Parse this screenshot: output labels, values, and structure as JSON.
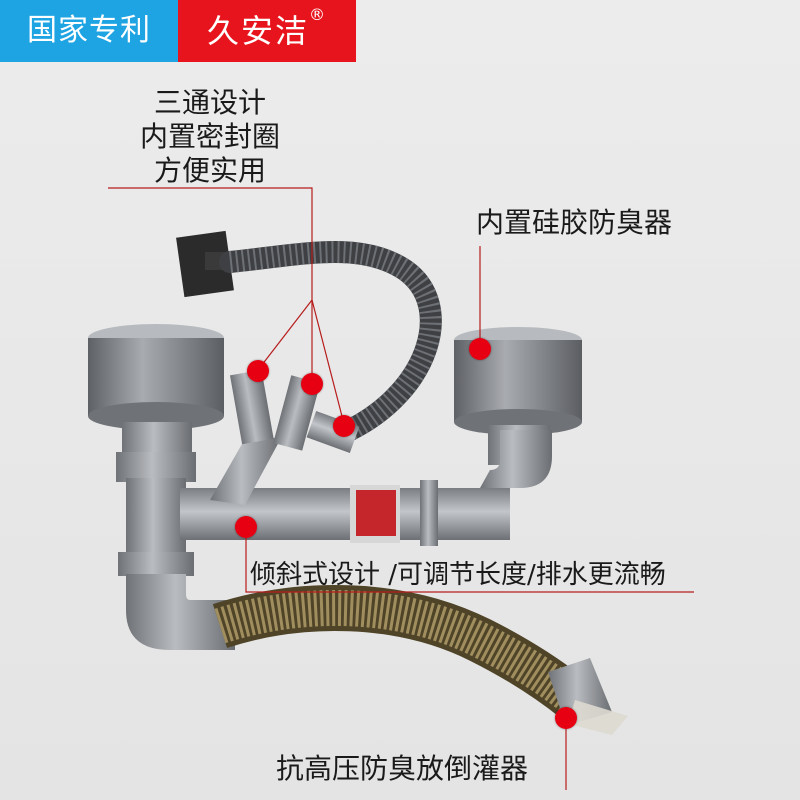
{
  "badges": {
    "patent": "国家专利",
    "brand": "久安洁",
    "registered_mark": "®"
  },
  "labels": {
    "tee_design": [
      "三通设计",
      "内置密封圈",
      "方便实用"
    ],
    "silicone_deodorizer": "内置硅胶防臭器",
    "slope_design": "倾斜式设计 /可调节长度/排水更流畅",
    "anti_pressure": "抗高压防臭放倒灌器"
  },
  "colors": {
    "patent_bg": "#1ea4e3",
    "brand_bg": "#e8141d",
    "marker": "#e60012",
    "pipe_gray": "#8c8f93",
    "hose_bronze": "#8a7a52"
  }
}
